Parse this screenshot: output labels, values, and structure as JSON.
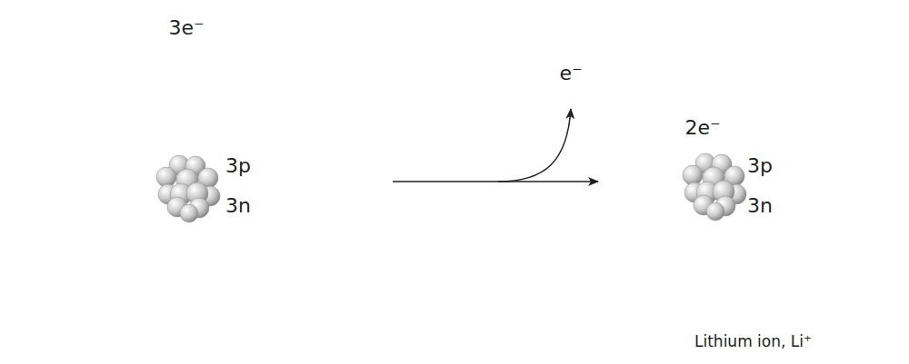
{
  "diagram": {
    "nodes": [
      {
        "text": [
          "3e⁻",
          "3p 3n"
        ]
      },
      {
        "text": [
          "2e⁻",
          "3p 3n",
          "Lithium ion, Li⁺"
        ]
      }
    ],
    "edges": [
      {
        "from": 0,
        "to": 1,
        "arrow": "to"
      }
    ],
    "labels": [
      "e⁻"
    ]
  }
}
